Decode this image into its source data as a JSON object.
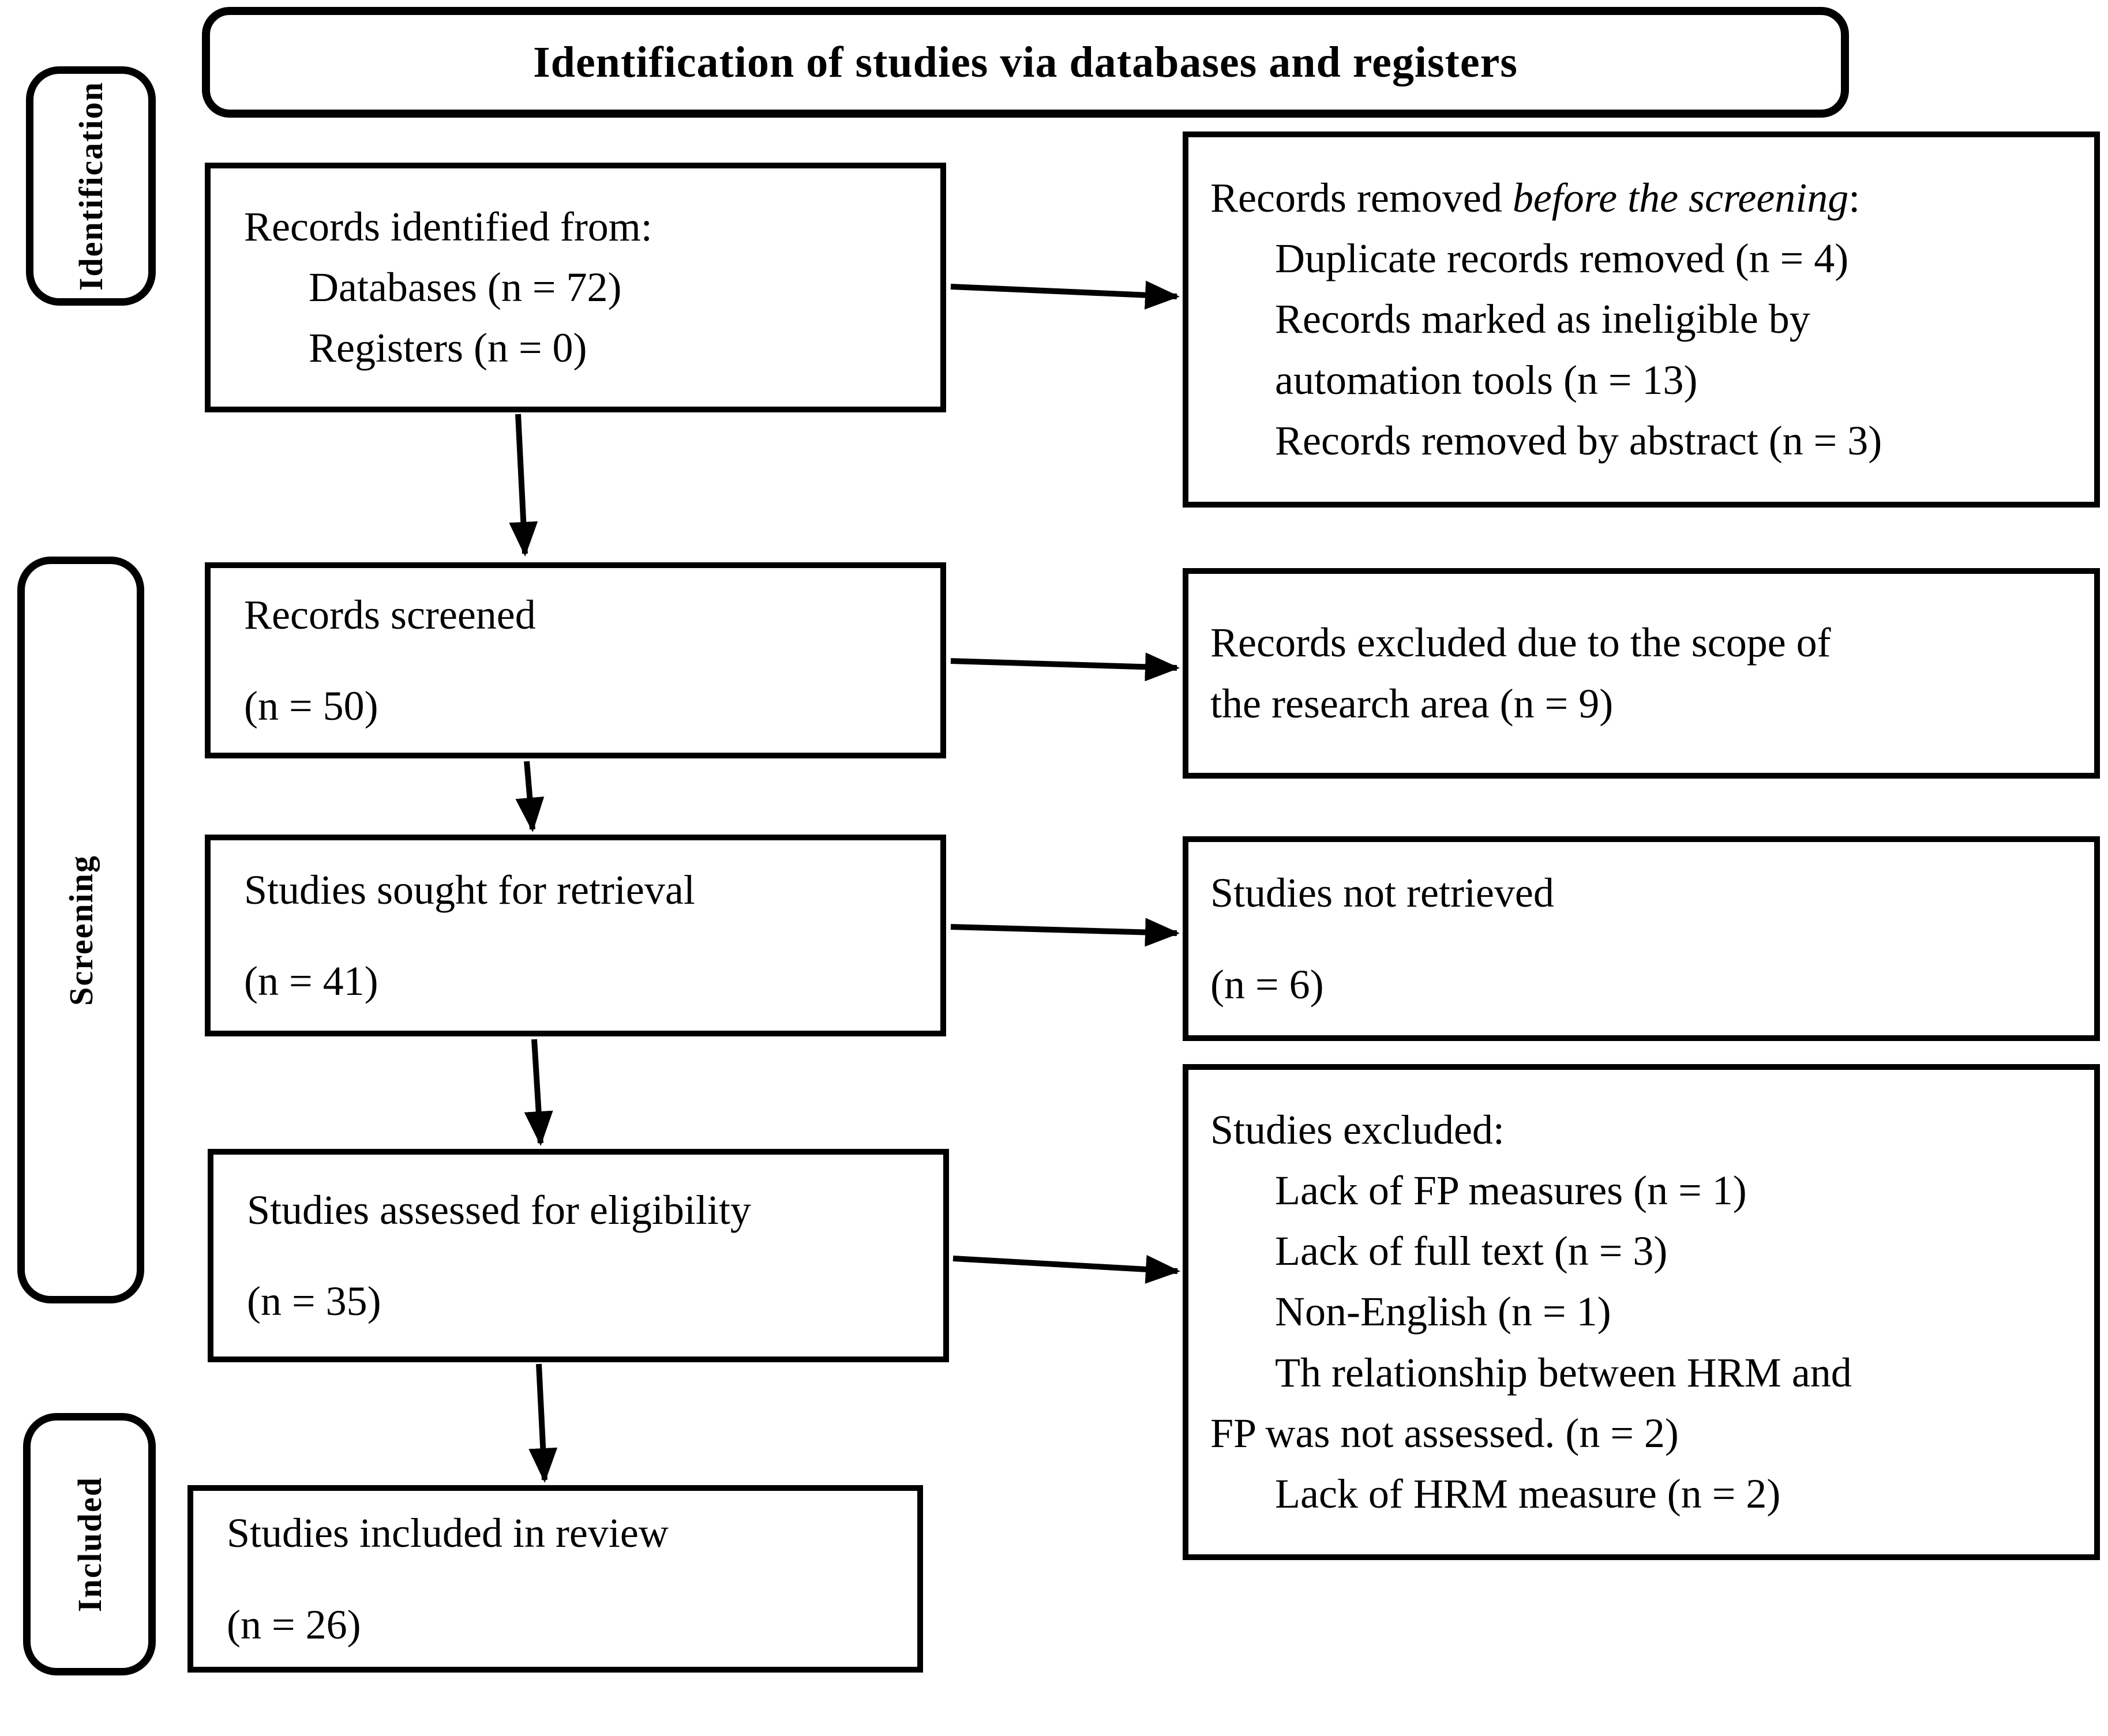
{
  "title": "Identification of studies via databases and registers",
  "sidebar": {
    "identification": "Identification",
    "screening": "Screening",
    "included": "Included"
  },
  "flow": {
    "records_identified": {
      "line1": "Records identified from:",
      "line2": "Databases (n = 72)",
      "line3": "Registers (n = 0)"
    },
    "records_screened": {
      "line1": "Records screened",
      "line2": "(n = 50)"
    },
    "studies_sought": {
      "line1": "Studies sought for retrieval",
      "line2": "(n = 41)"
    },
    "studies_assessed": {
      "line1": "Studies assessed for eligibility",
      "line2": "(n = 35)"
    },
    "studies_included": {
      "line1": "Studies included in review",
      "line2": "(n = 26)"
    }
  },
  "exclusions": {
    "records_removed": {
      "heading_prefix": "Records removed ",
      "heading_italic": "before the screening",
      "heading_suffix": ":",
      "item1": "Duplicate records removed (n = 4)",
      "item2a": "Records marked as ineligible by",
      "item2b": "automation tools (n = 13)",
      "item3": "Records removed by abstract (n = 3)"
    },
    "records_excluded": {
      "line1": "Records excluded due to the scope of",
      "line2": "the research area (n = 9)"
    },
    "studies_not_retrieved": {
      "line1": "Studies not retrieved",
      "line2": "(n = 6)"
    },
    "studies_excluded": {
      "heading": "Studies excluded:",
      "item1": "Lack of FP measures (n = 1)",
      "item2": "Lack of full text (n = 3)",
      "item3": "Non-English (n = 1)",
      "item4a": "Th relationship between HRM and",
      "item4b": "FP was not assessed. (n = 2)",
      "item5": "Lack of HRM measure (n = 2)"
    }
  },
  "colors": {
    "ink": "#000000",
    "background": "#ffffff"
  }
}
